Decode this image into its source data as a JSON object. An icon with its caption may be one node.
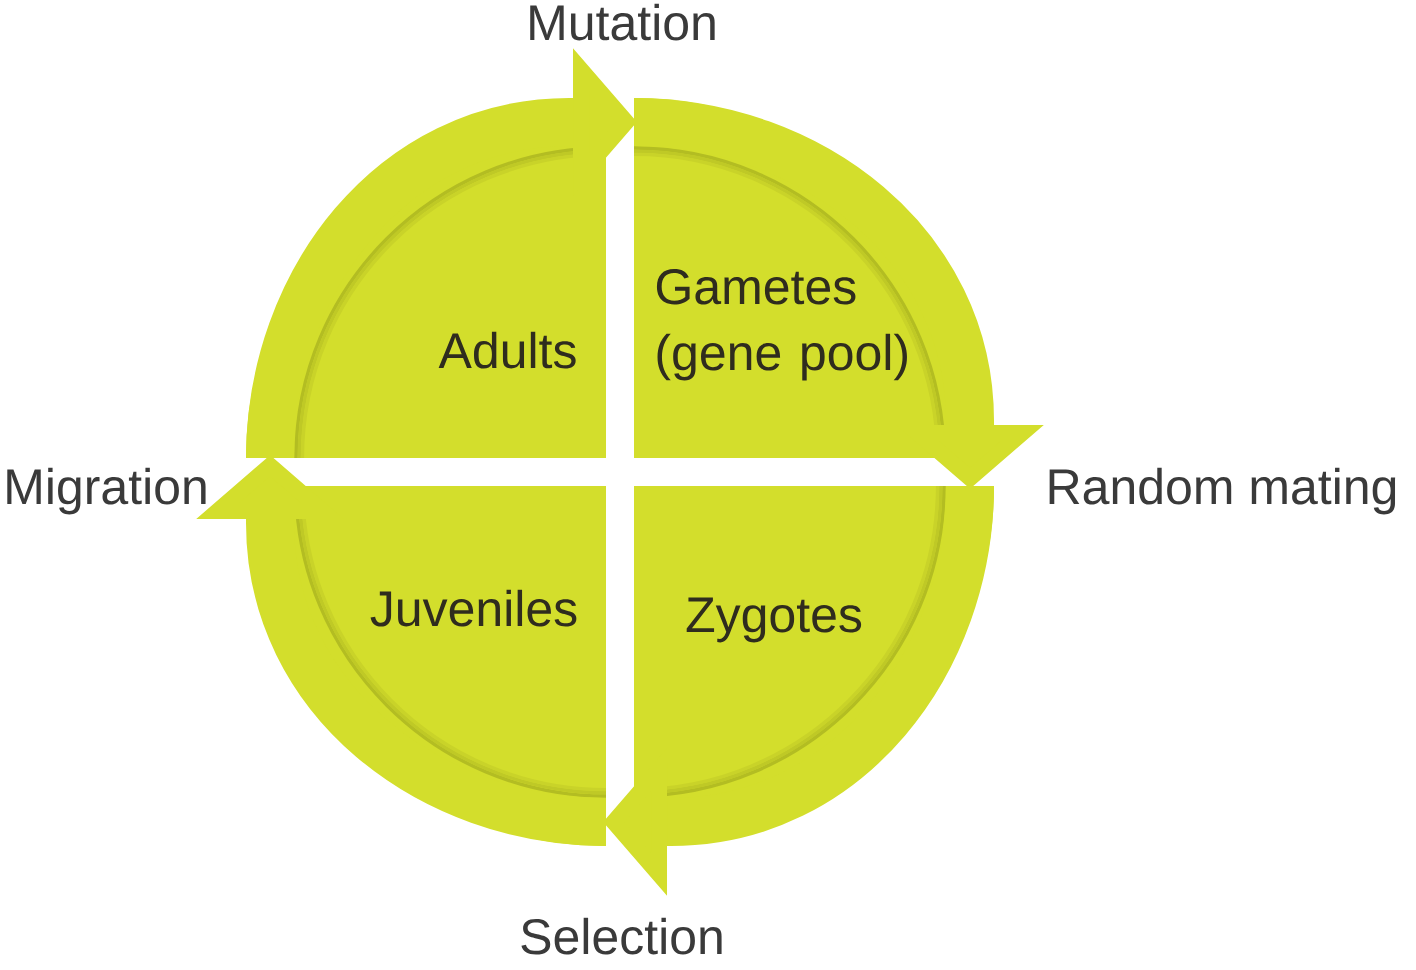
{
  "diagram": {
    "nodes": [
      {
        "text": [
          "Adults"
        ]
      },
      {
        "text": [
          "Gametes (gene pool)"
        ]
      },
      {
        "text": [
          "Juveniles"
        ]
      },
      {
        "text": [
          "Zygotes"
        ]
      }
    ],
    "edges": [
      {
        "from": 0,
        "to": 1,
        "arrow": "to",
        "label": "Mutation"
      },
      {
        "from": 1,
        "to": 3,
        "arrow": "to",
        "label": "Random mating"
      },
      {
        "from": 3,
        "to": 2,
        "arrow": "to",
        "label": "Selection"
      },
      {
        "from": 2,
        "to": 0,
        "arrow": "to",
        "label": "Migration"
      }
    ]
  }
}
